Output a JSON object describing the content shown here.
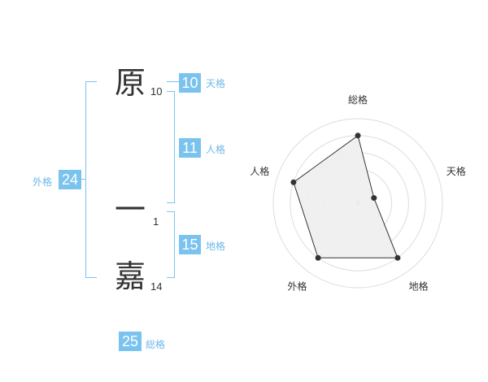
{
  "name": {
    "chars": [
      {
        "char": "原",
        "strokes": "10"
      },
      {
        "char": "一",
        "strokes": "1"
      },
      {
        "char": "嘉",
        "strokes": "14"
      }
    ]
  },
  "kakusu": {
    "tenkaku": {
      "label": "天格",
      "value": "10"
    },
    "jinkaku": {
      "label": "人格",
      "value": "11"
    },
    "chikaku": {
      "label": "地格",
      "value": "15"
    },
    "gaikaku": {
      "label": "外格",
      "value": "24"
    },
    "soukaku": {
      "label": "総格",
      "value": "25"
    }
  },
  "chart_data": {
    "type": "radar",
    "categories": [
      "総格",
      "天格",
      "地格",
      "外格",
      "人格"
    ],
    "values": [
      0.8,
      0.2,
      0.8,
      0.8,
      0.8
    ],
    "range": [
      0,
      1
    ],
    "rings": 5,
    "grid": true,
    "fill_color": "#eeeeee",
    "line_color": "#333333",
    "grid_color": "#dddddd"
  }
}
